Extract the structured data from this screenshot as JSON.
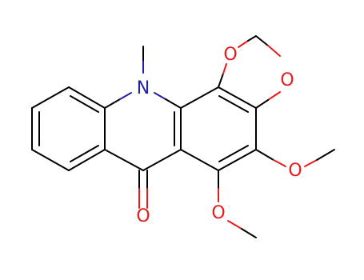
{
  "colors": {
    "carbon_bond": "#000000",
    "nitrogen": "#1F1FAA",
    "oxygen": "#E81A1A",
    "background": "#FFFFFF"
  },
  "atoms": {
    "n_ring": "N",
    "o_dioxole_top": "O",
    "o_dioxole_right": "O",
    "o_methoxy_4": "O",
    "o_methoxy_5": "O",
    "o_carbonyl": "O"
  }
}
